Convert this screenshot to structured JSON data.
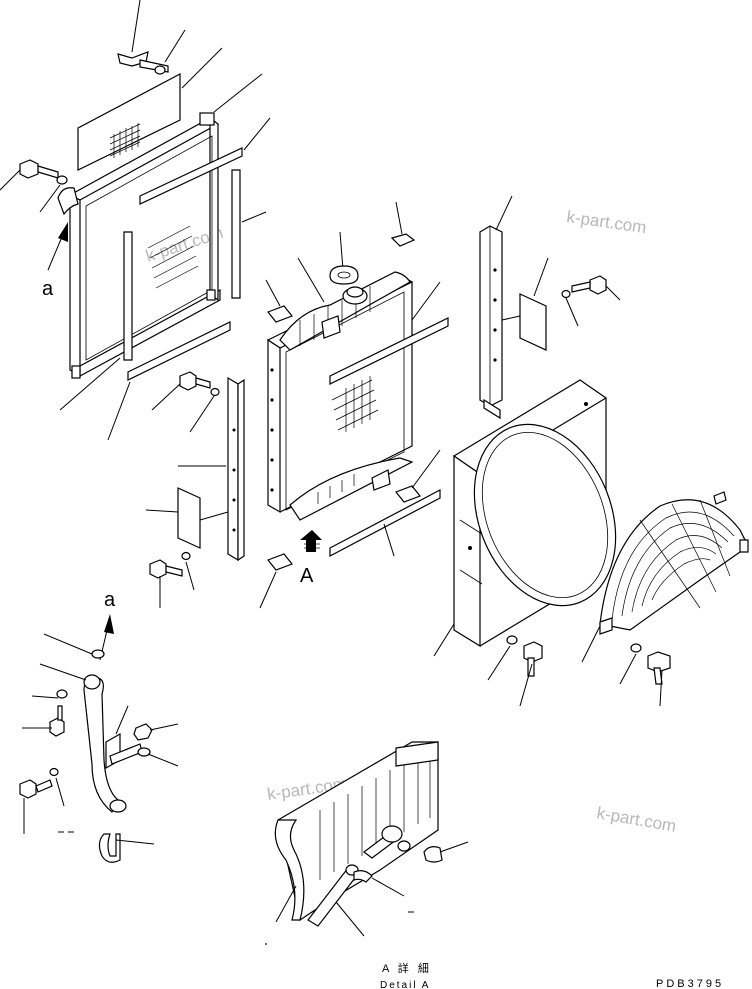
{
  "labels": {
    "view_a_arrow": "A",
    "detail_a_ref_top": "a",
    "detail_a_ref_bottom": "a",
    "caption_jp": "A 詳 細",
    "caption_en": "Detail A",
    "drawing_number": "PDB3795"
  },
  "watermarks": [
    "k-part.com",
    "k-part.com",
    "k-part.com",
    "k-part.com"
  ],
  "colors": {
    "line": "#000000",
    "watermark": "#b8b8b8",
    "background": "#ffffff"
  }
}
